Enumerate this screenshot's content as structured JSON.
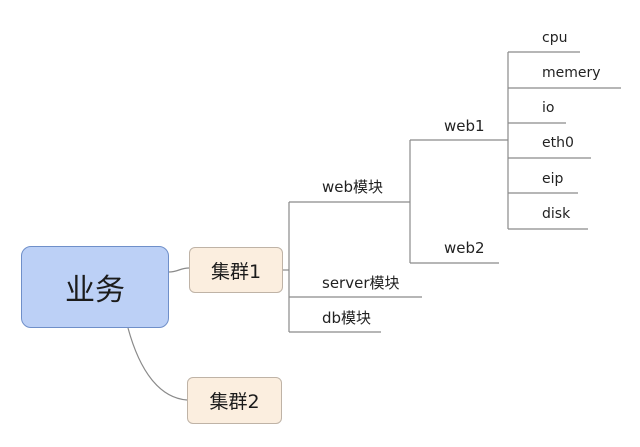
{
  "root": {
    "label": "业务"
  },
  "clusters": [
    {
      "label": "集群1",
      "modules": [
        {
          "label": "web模块",
          "children": [
            {
              "label": "web1",
              "children": [
                "cpu",
                "memery",
                "io",
                "eth0",
                "eip",
                "disk"
              ]
            },
            {
              "label": "web2",
              "children": []
            }
          ]
        },
        {
          "label": "server模块",
          "children": []
        },
        {
          "label": "db模块",
          "children": []
        }
      ]
    },
    {
      "label": "集群2",
      "modules": []
    }
  ],
  "colors": {
    "root_fill": "#bcd0f6",
    "root_border": "#6f8fc9",
    "cluster_fill": "#fbeedf",
    "cluster_border": "#bfb3a6",
    "connector": "#8a8a8a"
  }
}
